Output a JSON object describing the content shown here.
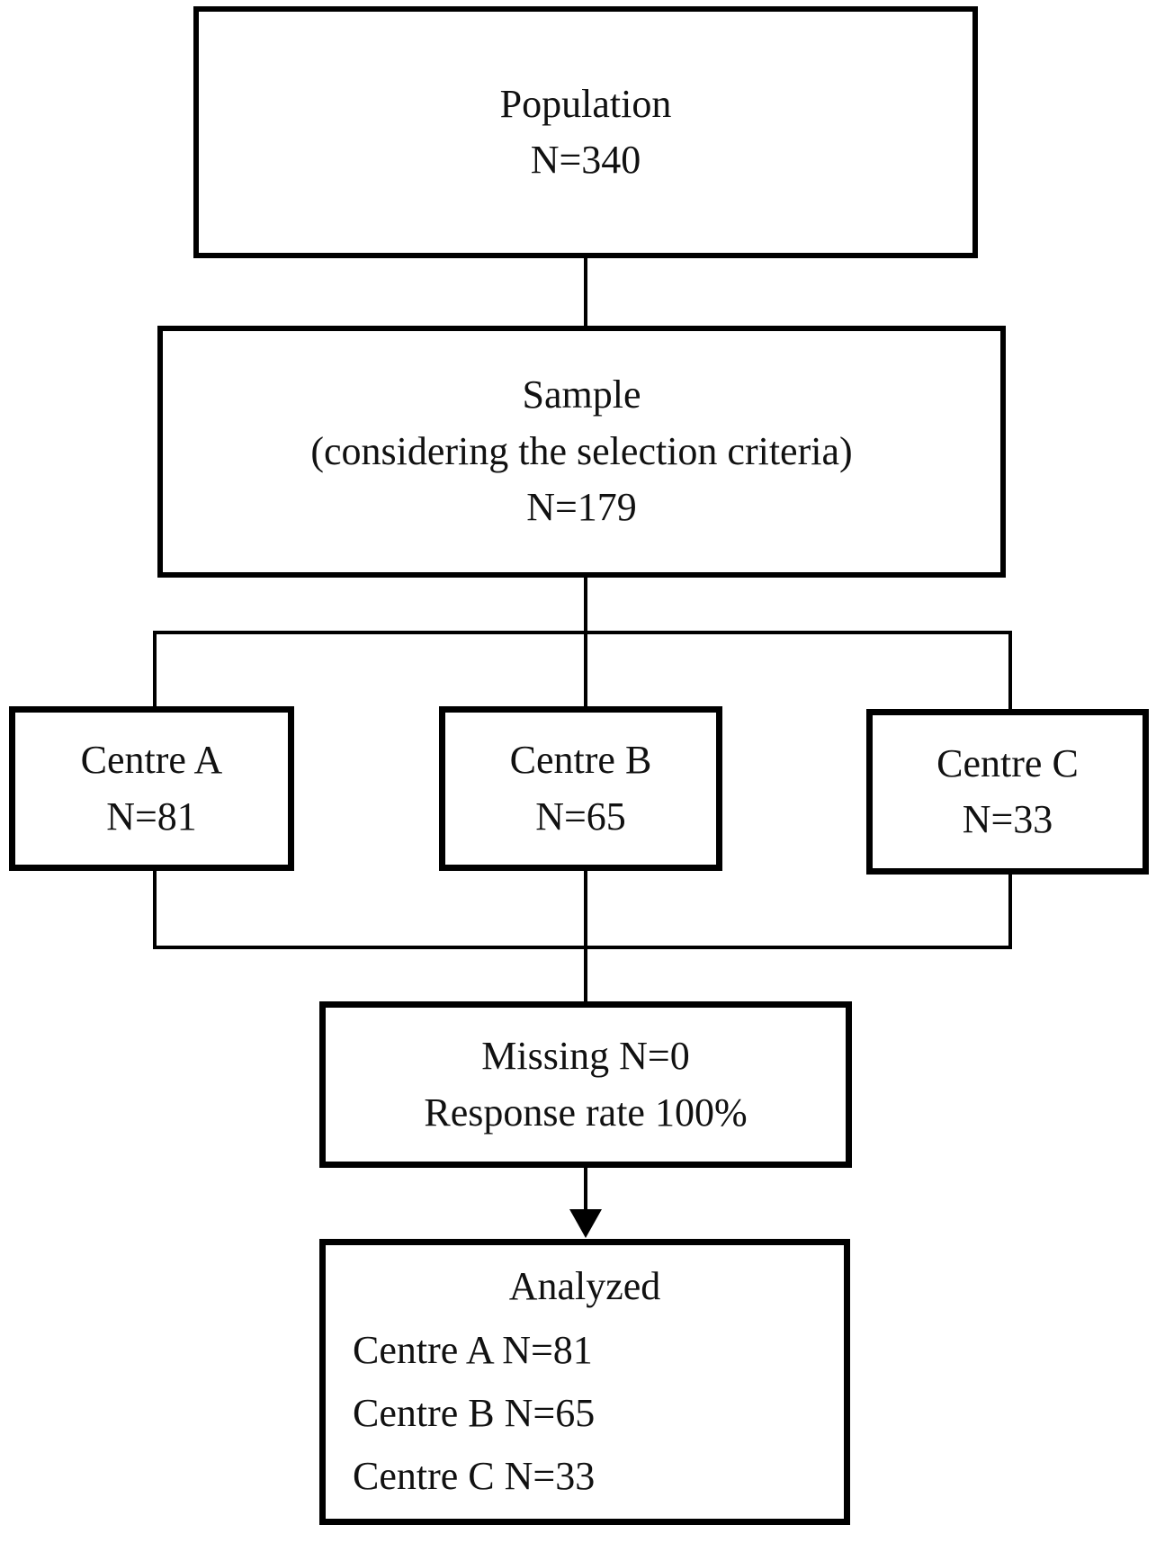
{
  "diagram_type": "flowchart",
  "colors": {
    "line": "#000000",
    "text": "#111111",
    "background": "#ffffff"
  },
  "boxes": {
    "population": {
      "lines": [
        "Population",
        "N=340"
      ]
    },
    "sample": {
      "lines": [
        "Sample",
        "(considering the selection criteria)",
        "N=179"
      ]
    },
    "centre_a": {
      "lines": [
        "Centre A",
        "N=81"
      ]
    },
    "centre_b": {
      "lines": [
        "Centre B",
        "N=65"
      ]
    },
    "centre_c": {
      "lines": [
        "Centre C",
        "N=33"
      ]
    },
    "missing": {
      "lines": [
        "Missing N=0",
        "Response rate 100%"
      ]
    },
    "analyzed": {
      "title": "Analyzed",
      "rows": [
        "Centre A N=81",
        "Centre B N=65",
        "Centre C N=33"
      ]
    }
  }
}
